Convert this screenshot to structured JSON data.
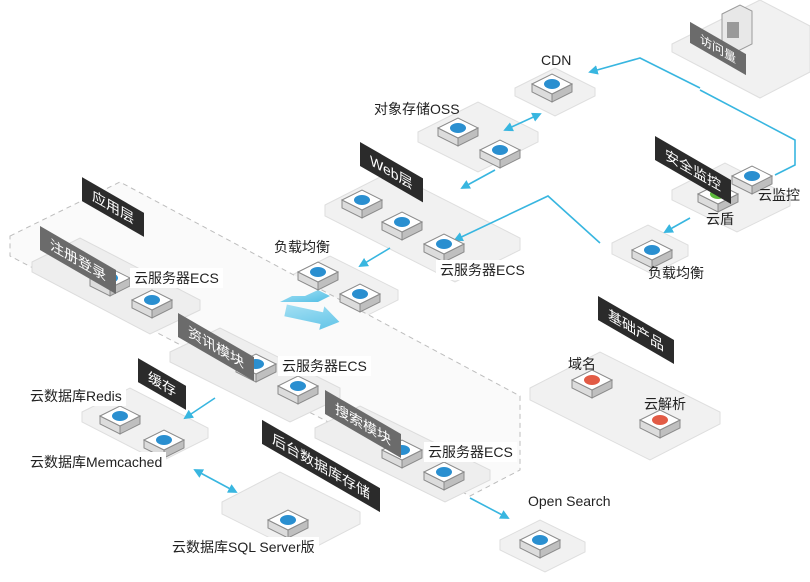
{
  "diagram": {
    "visitor": "访问量",
    "cdn": "CDN",
    "oss": "对象存储OSS",
    "security_layer": "安全监控",
    "cloud_monitor": "云监控",
    "cloud_shield": "云盾",
    "slb_right": "负载均衡",
    "web_layer": "Web层",
    "web_ecs": "云服务器ECS",
    "slb_left": "负载均衡",
    "app_layer": "应用层",
    "register_module": "注册登录",
    "register_ecs": "云服务器ECS",
    "info_module": "资讯模块",
    "info_ecs": "云服务器ECS",
    "search_module": "搜索模块",
    "search_ecs": "云服务器ECS",
    "cache_layer": "缓存",
    "redis": "云数据库Redis",
    "memcached": "云数据库Memcached",
    "backend_storage": "后台数据库存储",
    "sqlserver": "云数据库SQL Server版",
    "open_search": "Open Search",
    "basic_products": "基础产品",
    "domain": "域名",
    "dns": "云解析"
  },
  "colors": {
    "connector": "#38b6e0",
    "platform": "#f0f0f0",
    "platform_edge": "#d6d6d6",
    "tag_dark": "#2b2b2b",
    "tag_grey": "#6b6b6b",
    "icon_blue": "#2a8fd0",
    "icon_red": "#e25b45",
    "icon_green": "#5dbb3c"
  }
}
